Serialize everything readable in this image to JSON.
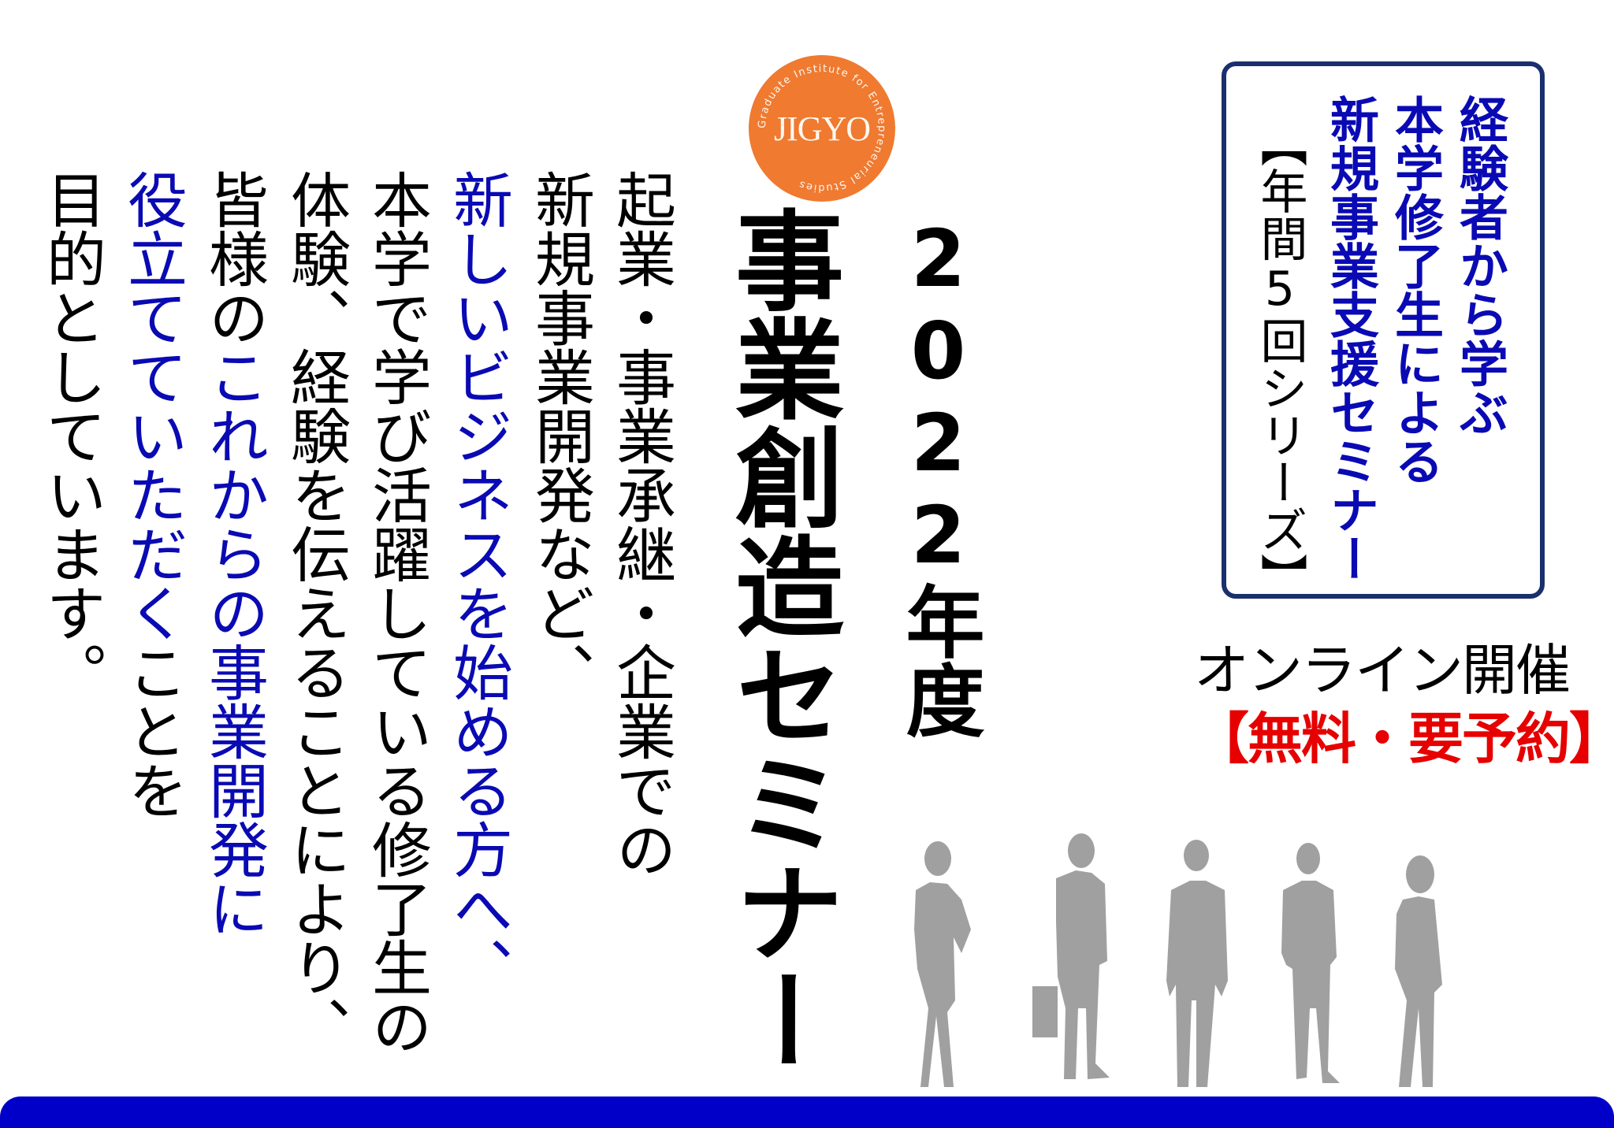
{
  "logo": {
    "word": "JIGYO",
    "ring_text": "Graduate Institute for Entrepreneurial Studies",
    "color": "#ef7a30"
  },
  "title": {
    "year": "2022年度",
    "main": "事業創造セミナー"
  },
  "body_text": {
    "columns": [
      [
        {
          "text": "起業・事業承継・企業での",
          "style": "black"
        }
      ],
      [
        {
          "text": "新規事業開発など、",
          "style": "black"
        }
      ],
      [
        {
          "text": "新しいビジネスを始める方へ、",
          "style": "blue"
        }
      ],
      [
        {
          "text": "本学で学び活躍している修了生の",
          "style": "black"
        }
      ],
      [
        {
          "text": "体験、経験を伝えることにより、",
          "style": "black"
        }
      ],
      [
        {
          "text": "皆様の",
          "style": "black"
        },
        {
          "text": "これからの事業開発に",
          "style": "blue"
        }
      ],
      [
        {
          "text": "役立てていただく",
          "style": "blue"
        },
        {
          "text": "ことを",
          "style": "black"
        }
      ],
      [
        {
          "text": "目的としています。",
          "style": "black"
        }
      ]
    ]
  },
  "series_box": {
    "lines": [
      "経験者から学ぶ",
      "本学修了生による",
      "新規事業支援セミナー"
    ],
    "subtitle": "【年間5回シリーズ】",
    "border_color": "#1a2f6e"
  },
  "event": {
    "format": "オンライン開催",
    "fee": "【無料・要予約】",
    "fee_color": "#e60000"
  },
  "illustration": {
    "type": "business-people-silhouettes",
    "count": 5,
    "color": "#a0a0a0"
  },
  "colors": {
    "accent_blue": "#0a0ab4",
    "footer_blue": "#0000c8"
  }
}
